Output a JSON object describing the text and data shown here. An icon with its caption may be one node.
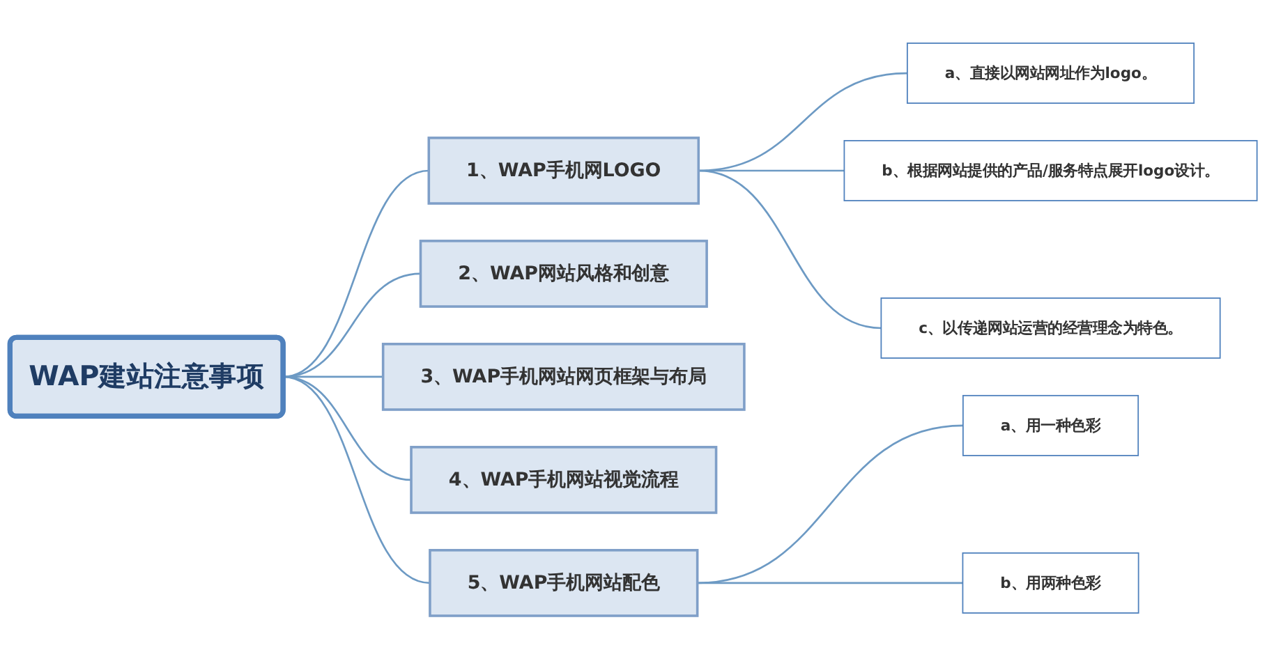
{
  "diagram": {
    "nodes": [
      {
        "text": [
          "WAP建站注意事项"
        ]
      },
      {
        "text": [
          "1、WAP手机网LOGO"
        ]
      },
      {
        "text": [
          "a、直接以网站网址作为logo。"
        ]
      },
      {
        "text": [
          "b、根据网站提供的产品/服务特点展开logo设计。"
        ]
      },
      {
        "text": [
          "c、以传递网站运营的经营理念为特色。"
        ]
      },
      {
        "text": [
          "2、WAP网站风格和创意"
        ]
      },
      {
        "text": [
          "3、WAP手机网站网页框架与布局"
        ]
      },
      {
        "text": [
          "4、WAP手机网站视觉流程"
        ]
      },
      {
        "text": [
          "5、WAP手机网站配色"
        ]
      },
      {
        "text": [
          "a、用一种色彩"
        ]
      },
      {
        "text": [
          "b、用两种色彩"
        ]
      }
    ],
    "edges": [
      {
        "from": 0,
        "to": 1,
        "arrow": "none"
      },
      {
        "from": 1,
        "to": 2,
        "arrow": "none"
      },
      {
        "from": 1,
        "to": 3,
        "arrow": "none"
      },
      {
        "from": 1,
        "to": 4,
        "arrow": "none"
      },
      {
        "from": 0,
        "to": 5,
        "arrow": "none"
      },
      {
        "from": 0,
        "to": 6,
        "arrow": "none"
      },
      {
        "from": 0,
        "to": 7,
        "arrow": "none"
      },
      {
        "from": 0,
        "to": 8,
        "arrow": "none"
      },
      {
        "from": 8,
        "to": 9,
        "arrow": "none"
      },
      {
        "from": 8,
        "to": 10,
        "arrow": "none"
      }
    ]
  }
}
